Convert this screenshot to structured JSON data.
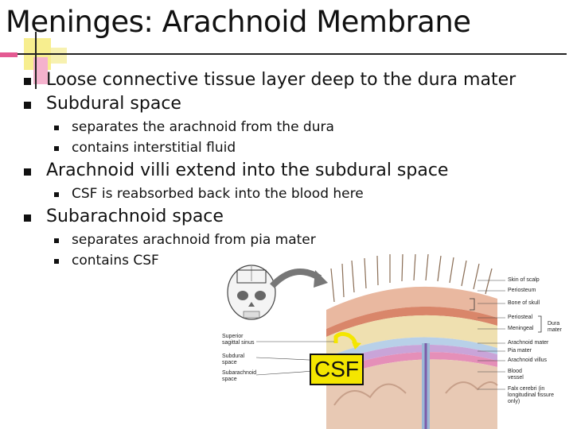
{
  "slide": {
    "title": "Meninges: Arachnoid Membrane",
    "bullets": [
      {
        "text": "Loose connective tissue layer deep to the dura mater"
      },
      {
        "text": "Subdural space",
        "subs": [
          "separates the arachnoid from the dura",
          "contains interstitial fluid"
        ]
      },
      {
        "text": "Arachnoid villi extend into the subdural space",
        "subs": [
          "CSF is reabsorbed back into the blood here"
        ]
      },
      {
        "text": "Subarachnoid space",
        "subs": [
          "separates arachnoid from pia mater",
          "contains CSF"
        ]
      }
    ]
  },
  "figure": {
    "left_labels": [
      "Superior sagittal sinus",
      "Subdural space",
      "Subarachnoid space"
    ],
    "right_labels": [
      "Skin of scalp",
      "Periosteum",
      "Bone of skull",
      "Periosteal",
      "Meningeal",
      "Dura mater",
      "Arachnoid mater",
      "Pia mater",
      "Arachnoid villus",
      "Blood vessel",
      "Falx cerebri (in longitudinal fissure only)"
    ],
    "csf_callout": "CSF"
  },
  "colors": {
    "accent_yellow": "#f4e600",
    "deco_yellow": "#f5ec8c",
    "deco_pink": "#f2a7c8",
    "deco_red": "#e14b86"
  }
}
